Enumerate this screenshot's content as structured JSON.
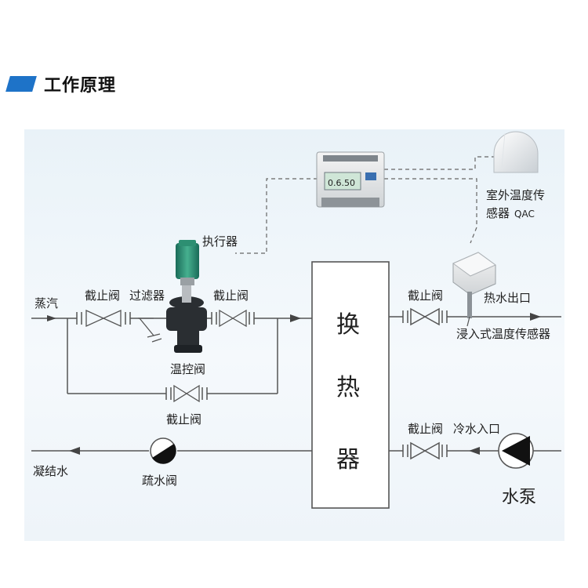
{
  "heading": {
    "title": "工作原理"
  },
  "labels": {
    "actuator": "执行器",
    "outdoor_sensor_line1": "室外温度传",
    "outdoor_sensor_line2": "感器",
    "outdoor_sensor_model": "QAC",
    "steam": "蒸汽",
    "valve_stop_1": "截止阀",
    "filter": "过滤器",
    "valve_stop_2": "截止阀",
    "temp_control_valve": "温控阀",
    "valve_stop_bypass": "截止阀",
    "hot_water_out": "热水出口",
    "valve_stop_hot": "截止阀",
    "immersion_sensor": "浸入式温度传感器",
    "valve_stop_cold": "截止阀",
    "cold_water_in": "冷水入口",
    "condensate": "凝结水",
    "drain_valve": "疏水阀",
    "pump": "水泵",
    "hx_1": "换",
    "hx_2": "热",
    "hx_3": "器",
    "controller_display": "0.6.50"
  },
  "colors": {
    "accent": "#1e73c8",
    "line": "#555555",
    "panel": "#eef4f9"
  },
  "icons": {
    "heading_marker": "blue-parallelogram-icon",
    "controller": "controller-device-icon",
    "outdoor_sensor": "outdoor-sensor-icon",
    "immersion_sensor": "immersion-sensor-icon",
    "actuator": "green-actuator-icon",
    "pump": "pump-triangle-icon",
    "drain": "drain-valve-icon"
  }
}
